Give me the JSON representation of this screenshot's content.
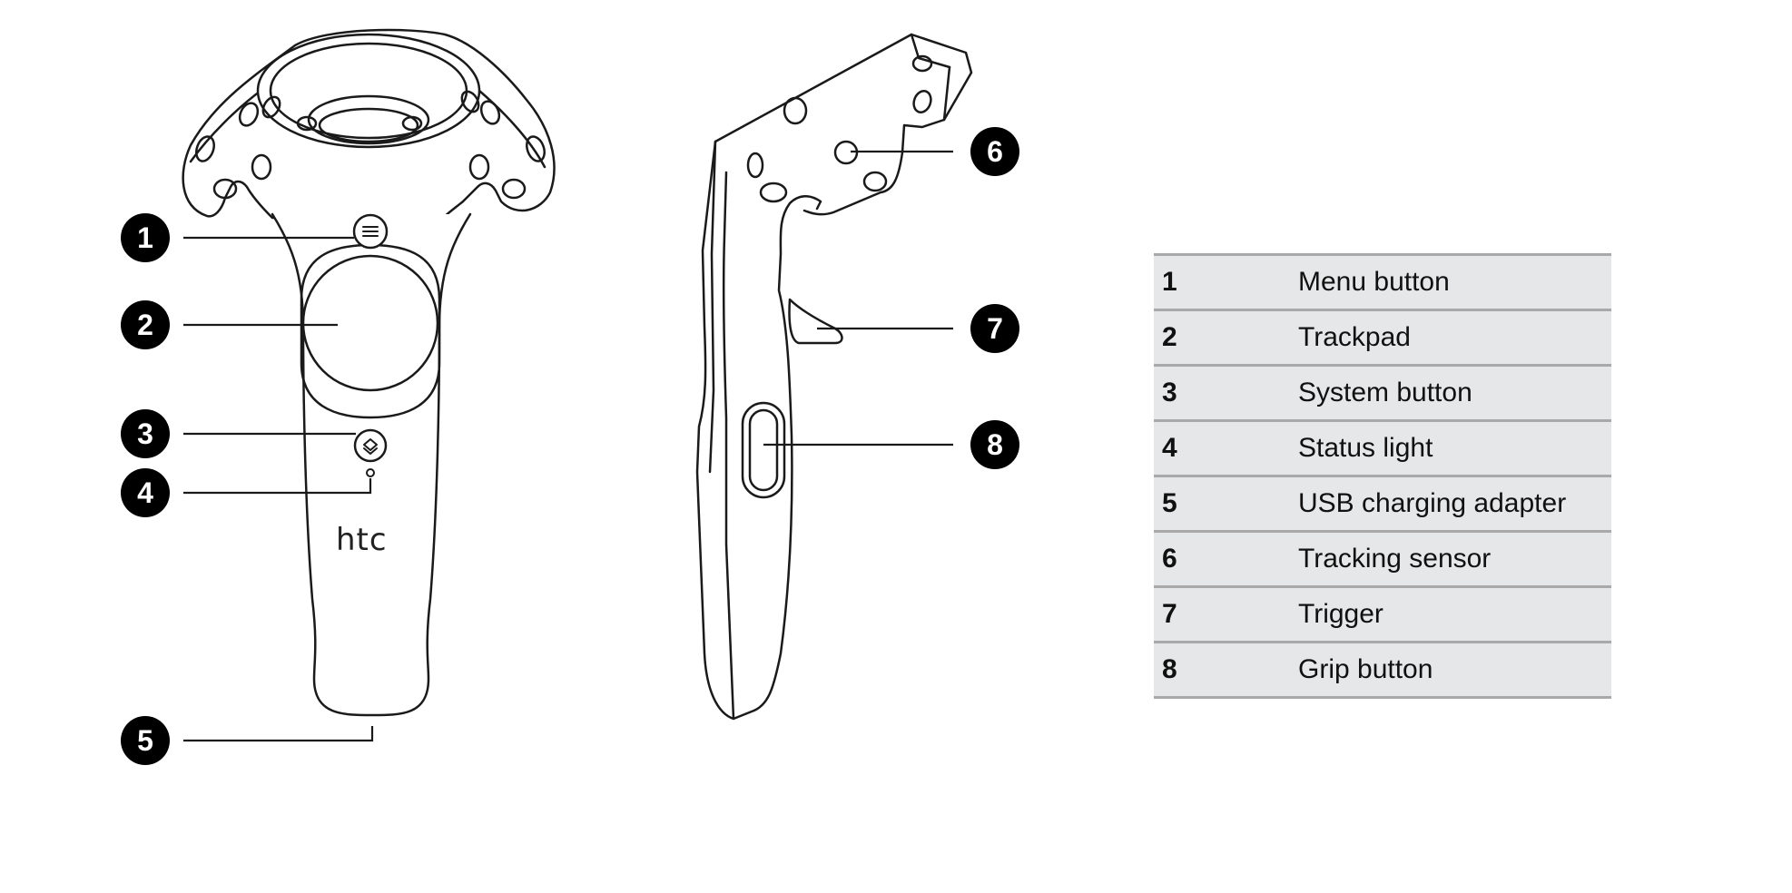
{
  "logo_text": "htc",
  "callouts": [
    {
      "number": "1",
      "label": "Menu button"
    },
    {
      "number": "2",
      "label": "Trackpad"
    },
    {
      "number": "3",
      "label": "System button"
    },
    {
      "number": "4",
      "label": "Status light"
    },
    {
      "number": "5",
      "label": "USB charging adapter"
    },
    {
      "number": "6",
      "label": "Tracking sensor"
    },
    {
      "number": "7",
      "label": "Trigger"
    },
    {
      "number": "8",
      "label": "Grip button"
    }
  ],
  "colors": {
    "line": "#1a1a1a",
    "badge": "#000000",
    "table_bg": "#e6e7e8",
    "table_rule": "#a9a9a9"
  },
  "icons": [
    "menu-icon",
    "system-icon",
    "status-light-icon",
    "tracking-sensor-icon"
  ]
}
